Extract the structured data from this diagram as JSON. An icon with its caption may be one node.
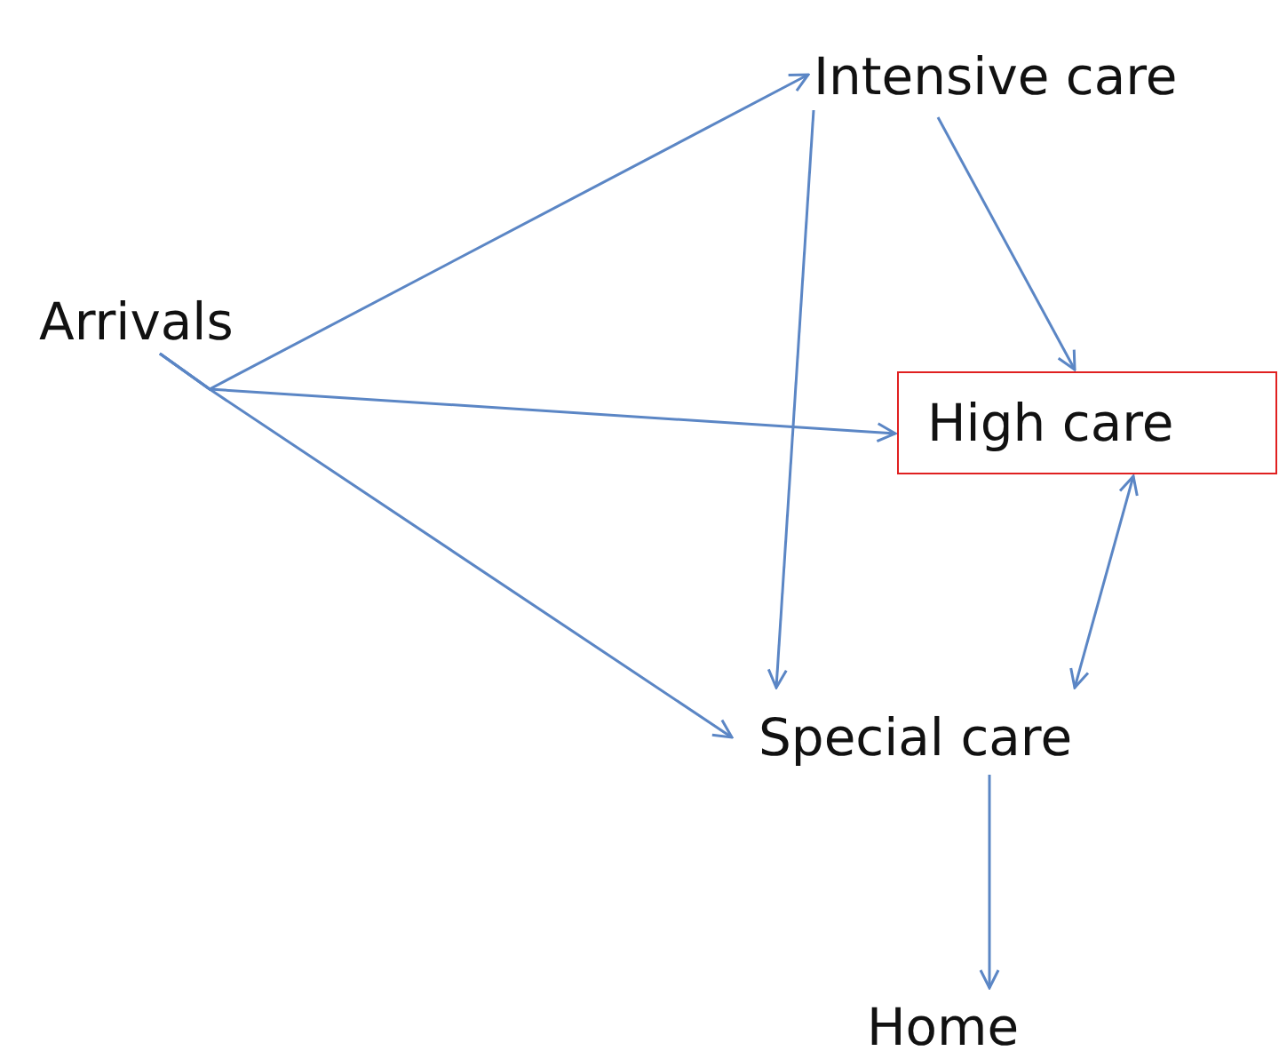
{
  "diagram": {
    "nodes": [
      {
        "text": [
          "Arrivals"
        ]
      },
      {
        "text": [
          "Intensive care"
        ]
      },
      {
        "text": [
          "High care"
        ]
      },
      {
        "text": [
          "Special care"
        ]
      },
      {
        "text": [
          "Home"
        ]
      }
    ],
    "edges": [
      {
        "from": 0,
        "to": 1,
        "arrow": "to"
      },
      {
        "from": 0,
        "to": 2,
        "arrow": "to"
      },
      {
        "from": 0,
        "to": 3,
        "arrow": "to"
      },
      {
        "from": 1,
        "to": 2,
        "arrow": "to"
      },
      {
        "from": 1,
        "to": 3,
        "arrow": "to"
      },
      {
        "from": 2,
        "to": 3,
        "arrow": "both"
      },
      {
        "from": 3,
        "to": 4,
        "arrow": "to"
      }
    ]
  }
}
